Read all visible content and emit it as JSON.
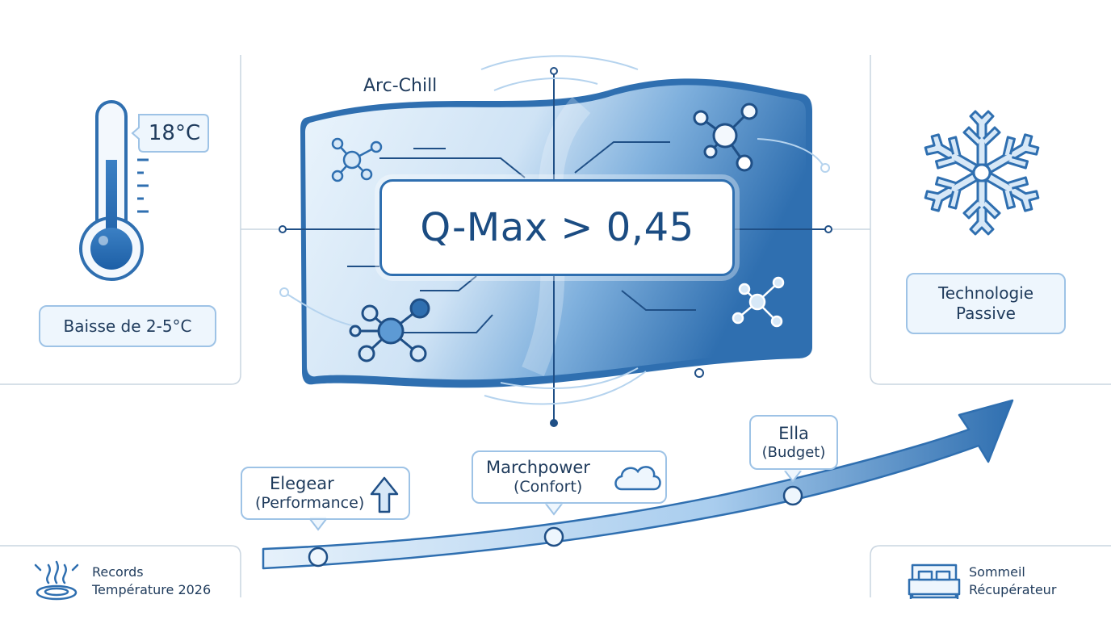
{
  "thermometer": {
    "reading": "18°C",
    "caption": "Baisse de 2-5°C"
  },
  "fabric": {
    "title": "Arc-Chill",
    "metric": "Q-Max > 0,45"
  },
  "snowflake": {
    "caption_line1": "Technologie",
    "caption_line2": "Passive"
  },
  "brands": [
    {
      "name": "Elegear",
      "sub": "(Performance)"
    },
    {
      "name": "Marchpower",
      "sub": "(Confort)"
    },
    {
      "name": "Ella",
      "sub": "(Budget)"
    }
  ],
  "footer": {
    "left_line1": "Records",
    "left_line2": "Température 2026",
    "right_line1": "Sommeil",
    "right_line2": "Récupérateur"
  },
  "colors": {
    "primary": "#2f6fb0",
    "light": "#bcd8f1",
    "pale": "#eef6fd",
    "text": "#1f3b5c"
  },
  "icons": [
    "thermometer-icon",
    "snowflake-icon",
    "molecule-icon",
    "arrow-up-icon",
    "cloud-icon",
    "heat-waves-icon",
    "bed-icon"
  ]
}
